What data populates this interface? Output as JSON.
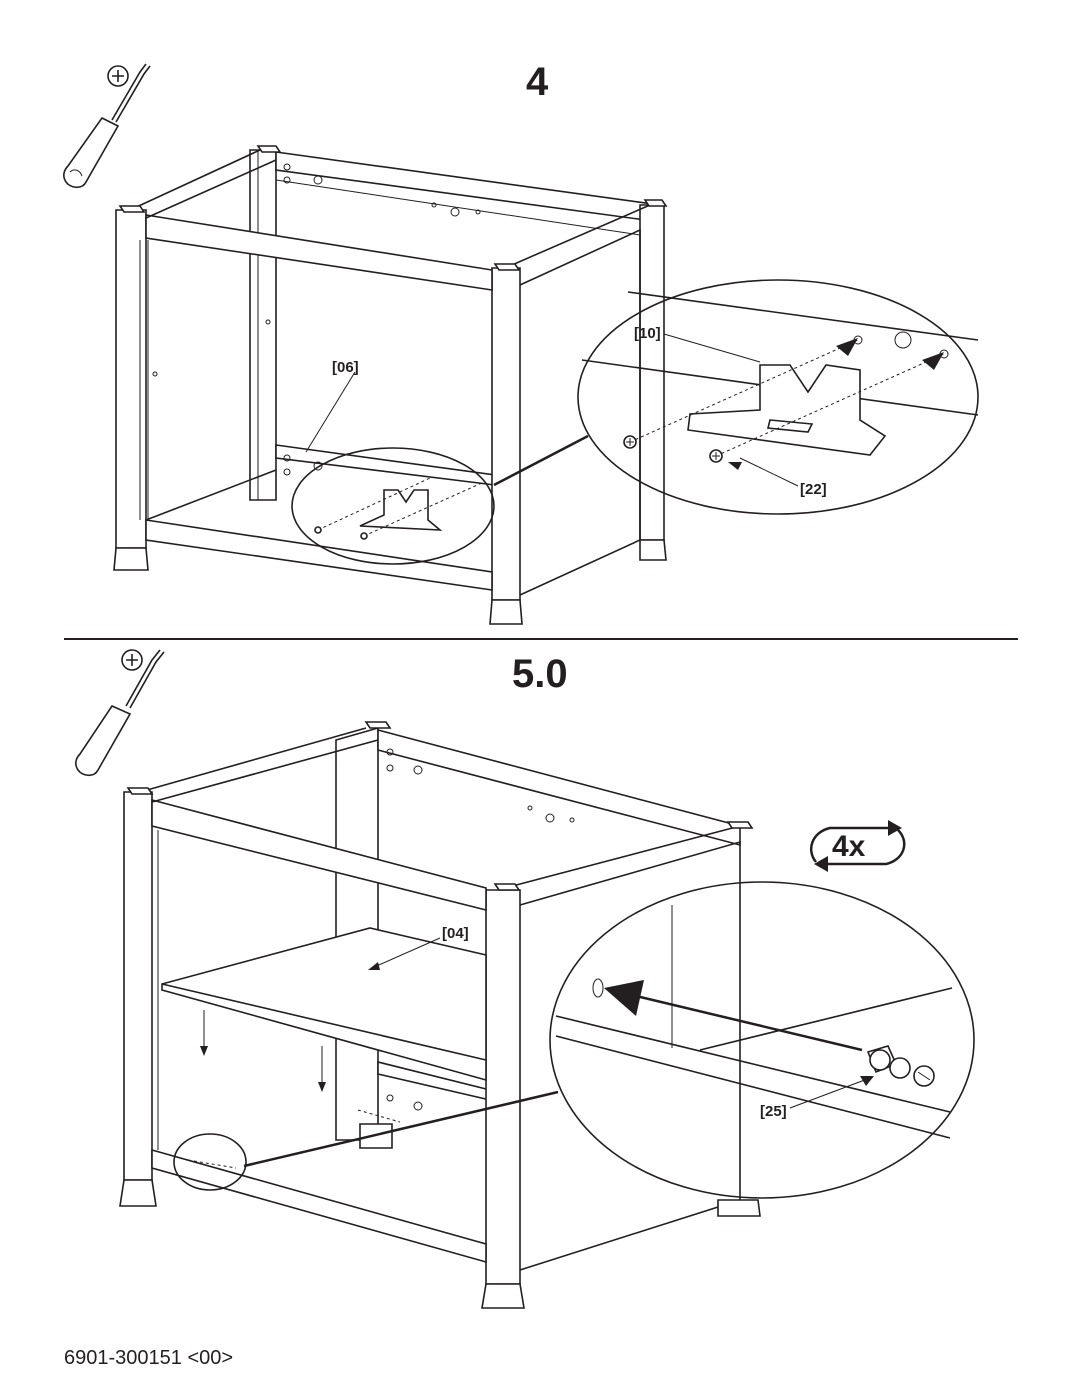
{
  "steps": [
    {
      "number": "4",
      "tool_icon": "phillips-screwdriver-icon",
      "part_labels": [
        "[06]",
        "[10]",
        "[22]"
      ]
    },
    {
      "number": "5.0",
      "tool_icon": "phillips-screwdriver-icon",
      "repeat_label": "4x",
      "repeat_icon": "repeat-arrows-icon",
      "part_labels": [
        "[04]",
        "[25]"
      ]
    }
  ],
  "footer": {
    "document_code": "6901-300151 <00>"
  }
}
